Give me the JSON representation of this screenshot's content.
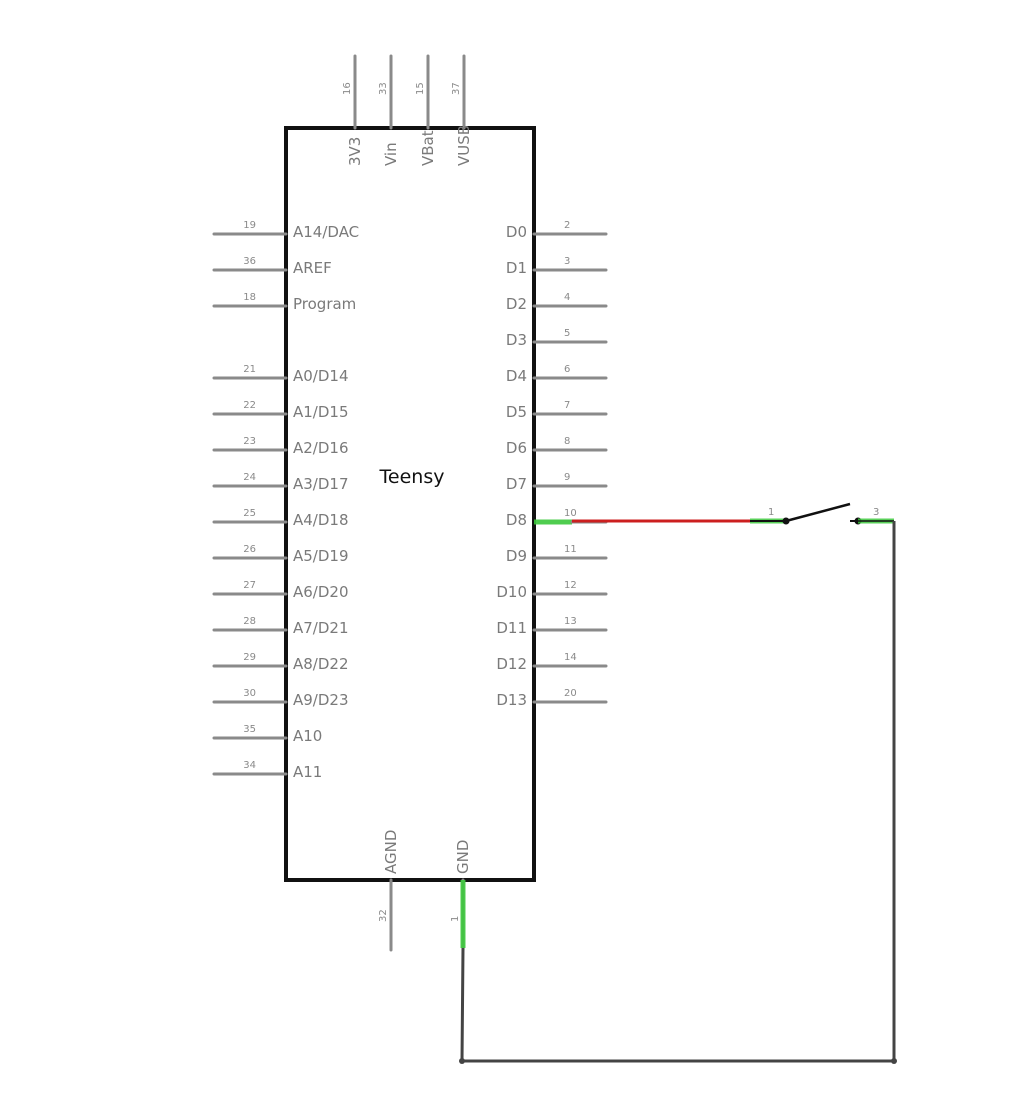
{
  "chip": {
    "title": "Teensy",
    "top_pins": [
      {
        "label": "3V3",
        "number": "16"
      },
      {
        "label": "Vin",
        "number": "33"
      },
      {
        "label": "VBat",
        "number": "15"
      },
      {
        "label": "VUSB",
        "number": "37"
      }
    ],
    "left_pins": [
      {
        "label": "A14/DAC",
        "number": "19"
      },
      {
        "label": "AREF",
        "number": "36"
      },
      {
        "label": "Program",
        "number": "18"
      },
      {
        "label": "A0/D14",
        "number": "21"
      },
      {
        "label": "A1/D15",
        "number": "22"
      },
      {
        "label": "A2/D16",
        "number": "23"
      },
      {
        "label": "A3/D17",
        "number": "24"
      },
      {
        "label": "A4/D18",
        "number": "25"
      },
      {
        "label": "A5/D19",
        "number": "26"
      },
      {
        "label": "A6/D20",
        "number": "27"
      },
      {
        "label": "A7/D21",
        "number": "28"
      },
      {
        "label": "A8/D22",
        "number": "29"
      },
      {
        "label": "A9/D23",
        "number": "30"
      },
      {
        "label": "A10",
        "number": "35"
      },
      {
        "label": "A11",
        "number": "34"
      }
    ],
    "right_pins": [
      {
        "label": "D0",
        "number": "2"
      },
      {
        "label": "D1",
        "number": "3"
      },
      {
        "label": "D2",
        "number": "4"
      },
      {
        "label": "D3",
        "number": "5"
      },
      {
        "label": "D4",
        "number": "6"
      },
      {
        "label": "D5",
        "number": "7"
      },
      {
        "label": "D6",
        "number": "8"
      },
      {
        "label": "D7",
        "number": "9"
      },
      {
        "label": "D8",
        "number": "10"
      },
      {
        "label": "D9",
        "number": "11"
      },
      {
        "label": "D10",
        "number": "12"
      },
      {
        "label": "D11",
        "number": "13"
      },
      {
        "label": "D12",
        "number": "14"
      },
      {
        "label": "D13",
        "number": "20"
      }
    ],
    "bottom_pins": [
      {
        "label": "AGND",
        "number": "32"
      },
      {
        "label": "GND",
        "number": "1"
      }
    ]
  },
  "switch": {
    "pin_left": "1",
    "pin_right": "3"
  },
  "colors": {
    "chip_outline": "#111111",
    "pin": "#8a8a8a",
    "connected_pin": "#3cc83c",
    "signal_wire": "#cc1f1f",
    "ground_wire": "#444444"
  }
}
